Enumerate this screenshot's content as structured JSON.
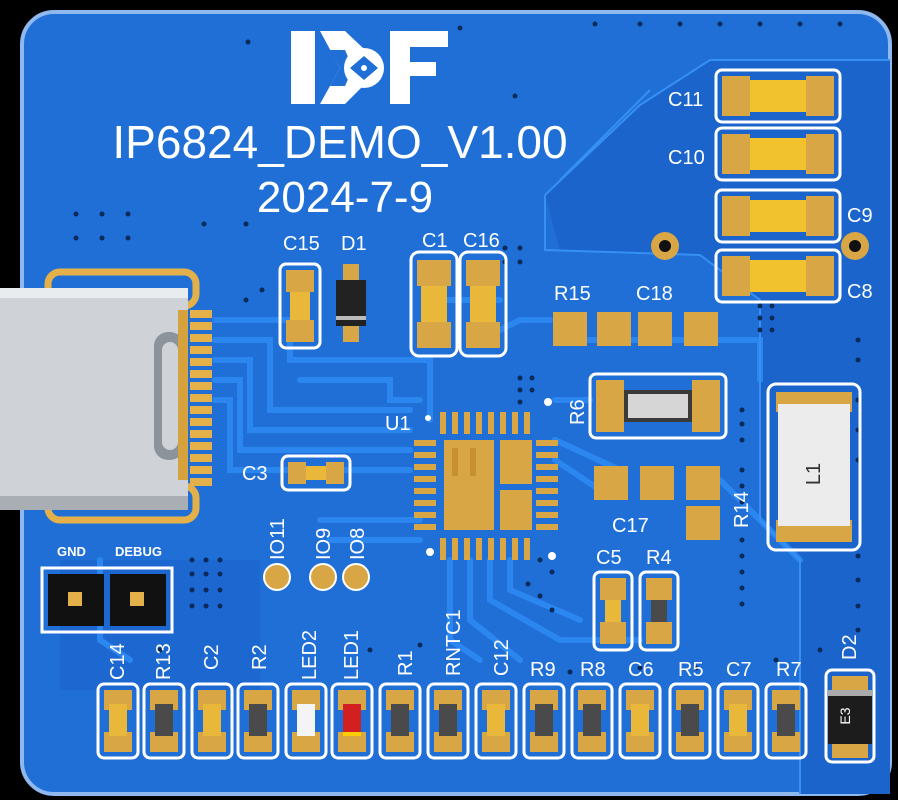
{
  "board": {
    "title": "IP6824_DEMO_V1.00",
    "date": "2024-7-9",
    "colors": {
      "pcb": "#1f6fd6",
      "pcb_dark": "#1a5fbf",
      "trace": "#2a7ce6",
      "silk": "#ffffff",
      "pad_gold": "#d9a645",
      "cap_body": "#e9b73a",
      "resistor_body": "#4a4a4a",
      "led_red": "#d21f1f",
      "led_white": "#f4f4f4",
      "inductor": "#ececec"
    }
  },
  "labels": {
    "c15": "C15",
    "d1": "D1",
    "c1": "C1",
    "c16": "C16",
    "r15": "R15",
    "c18": "C18",
    "c11": "C11",
    "c10": "C10",
    "c9": "C9",
    "c8": "C8",
    "u1": "U1",
    "r6": "R6",
    "c3": "C3",
    "l1": "L1",
    "c17": "C17",
    "r14": "R14",
    "c5": "C5",
    "r4": "R4",
    "io11": "IO11",
    "io9": "IO9",
    "io8": "IO8",
    "gnd": "GND",
    "debug": "DEBUG",
    "c14": "C14",
    "r13": "R13",
    "c2": "C2",
    "r2": "R2",
    "led2": "LED2",
    "led1": "LED1",
    "r1": "R1",
    "rntc1": "RNTC1",
    "c12": "C12",
    "r9": "R9",
    "r8": "R8",
    "c6": "C6",
    "r5": "R5",
    "c7": "C7",
    "r7": "R7",
    "d2": "D2",
    "e3": "E3"
  }
}
